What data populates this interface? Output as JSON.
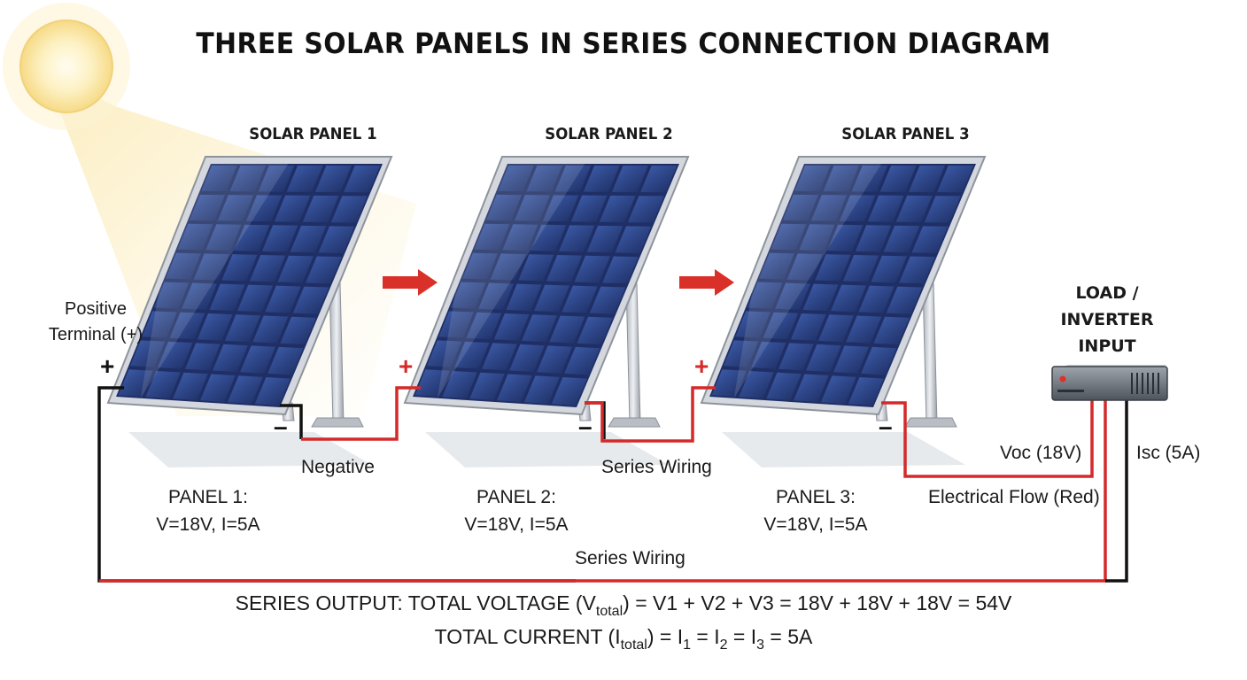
{
  "title": "THREE SOLAR PANELS IN SERIES CONNECTION DIAGRAM",
  "panels": [
    {
      "name": "SOLAR PANEL 1",
      "caption": "PANEL 1:",
      "specs": "V=18V, I=5A"
    },
    {
      "name": "SOLAR PANEL 2",
      "caption": "PANEL 2:",
      "specs": "V=18V, I=5A"
    },
    {
      "name": "SOLAR PANEL 3",
      "caption": "PANEL 3:",
      "specs": "V=18V, I=5A"
    }
  ],
  "load": {
    "line1": "LOAD /",
    "line2": "INVERTER",
    "line3": "INPUT"
  },
  "labels": {
    "positive_terminal_line1": "Positive",
    "positive_terminal_line2": "Terminal (+)",
    "negative": "Negative",
    "series_wiring_mid": "Series Wiring",
    "series_wiring_bottom": "Series Wiring",
    "voc": "Voc (18V)",
    "isc": "Isc (5A)",
    "electrical_flow": "Electrical Flow (Red)",
    "plus": "+",
    "minus": "–"
  },
  "formula": {
    "line1_prefix": "SERIES OUTPUT: TOTAL VOLTAGE (V",
    "line1_sub": "total",
    "line1_suffix": ") = V1 + V2 + V3 = 18V + 18V + 18V = 54V",
    "line2_prefix": "TOTAL CURRENT (I",
    "line2_sub": "total",
    "line2_mid1": ") = I",
    "line2_sub1": "1",
    "line2_mid2": " = I",
    "line2_sub2": "2",
    "line2_mid3": " = I",
    "line2_sub3": "3",
    "line2_suffix": " = 5A"
  },
  "colors": {
    "wire_red": "#d42a2a",
    "wire_black": "#111111",
    "panel_cell": "#243a7a",
    "panel_frame": "#c9ced6",
    "arrow_red": "#d9302a",
    "sun": "#fbe9a6"
  }
}
